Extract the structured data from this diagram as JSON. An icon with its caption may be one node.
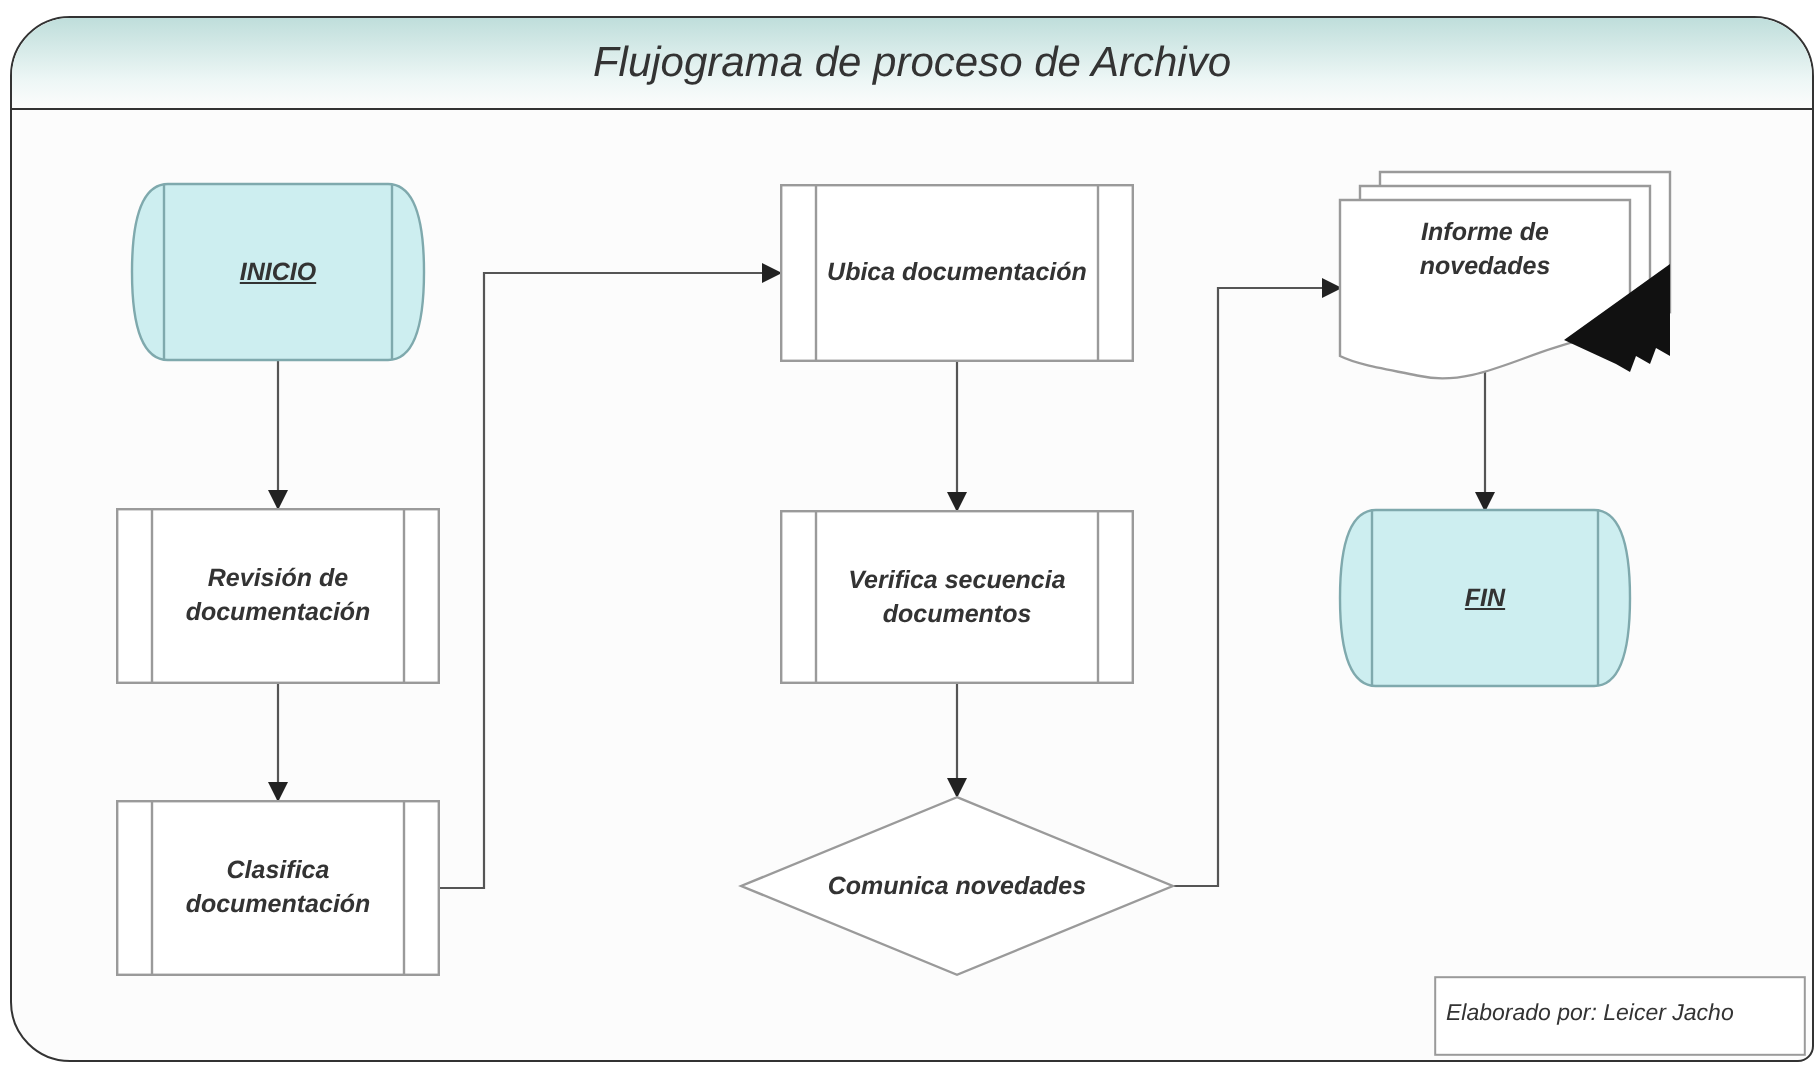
{
  "diagram": {
    "title": "Flujograma de proceso de Archivo",
    "nodes": [
      {
        "text": [
          "INICIO"
        ]
      },
      {
        "text": [
          "Revisión de documentación"
        ]
      },
      {
        "text": [
          "Clasifica documentación"
        ]
      },
      {
        "text": [
          "Ubica documentación"
        ]
      },
      {
        "text": [
          "Verifica secuencia documentos"
        ]
      },
      {
        "text": [
          "Comunica novedades"
        ]
      },
      {
        "text": [
          "Informe de novedades"
        ]
      },
      {
        "text": [
          "FIN"
        ]
      },
      {
        "text": [
          "Elaborado por: Leicer Jacho"
        ]
      }
    ],
    "edges": [
      {
        "from": 0,
        "to": 1,
        "arrow": "to"
      },
      {
        "from": 1,
        "to": 2,
        "arrow": "to"
      },
      {
        "from": 2,
        "to": 3,
        "arrow": "to"
      },
      {
        "from": 3,
        "to": 4,
        "arrow": "to"
      },
      {
        "from": 4,
        "to": 5,
        "arrow": "to"
      },
      {
        "from": 5,
        "to": 6,
        "arrow": "to"
      },
      {
        "from": 6,
        "to": 7,
        "arrow": "to"
      }
    ]
  }
}
